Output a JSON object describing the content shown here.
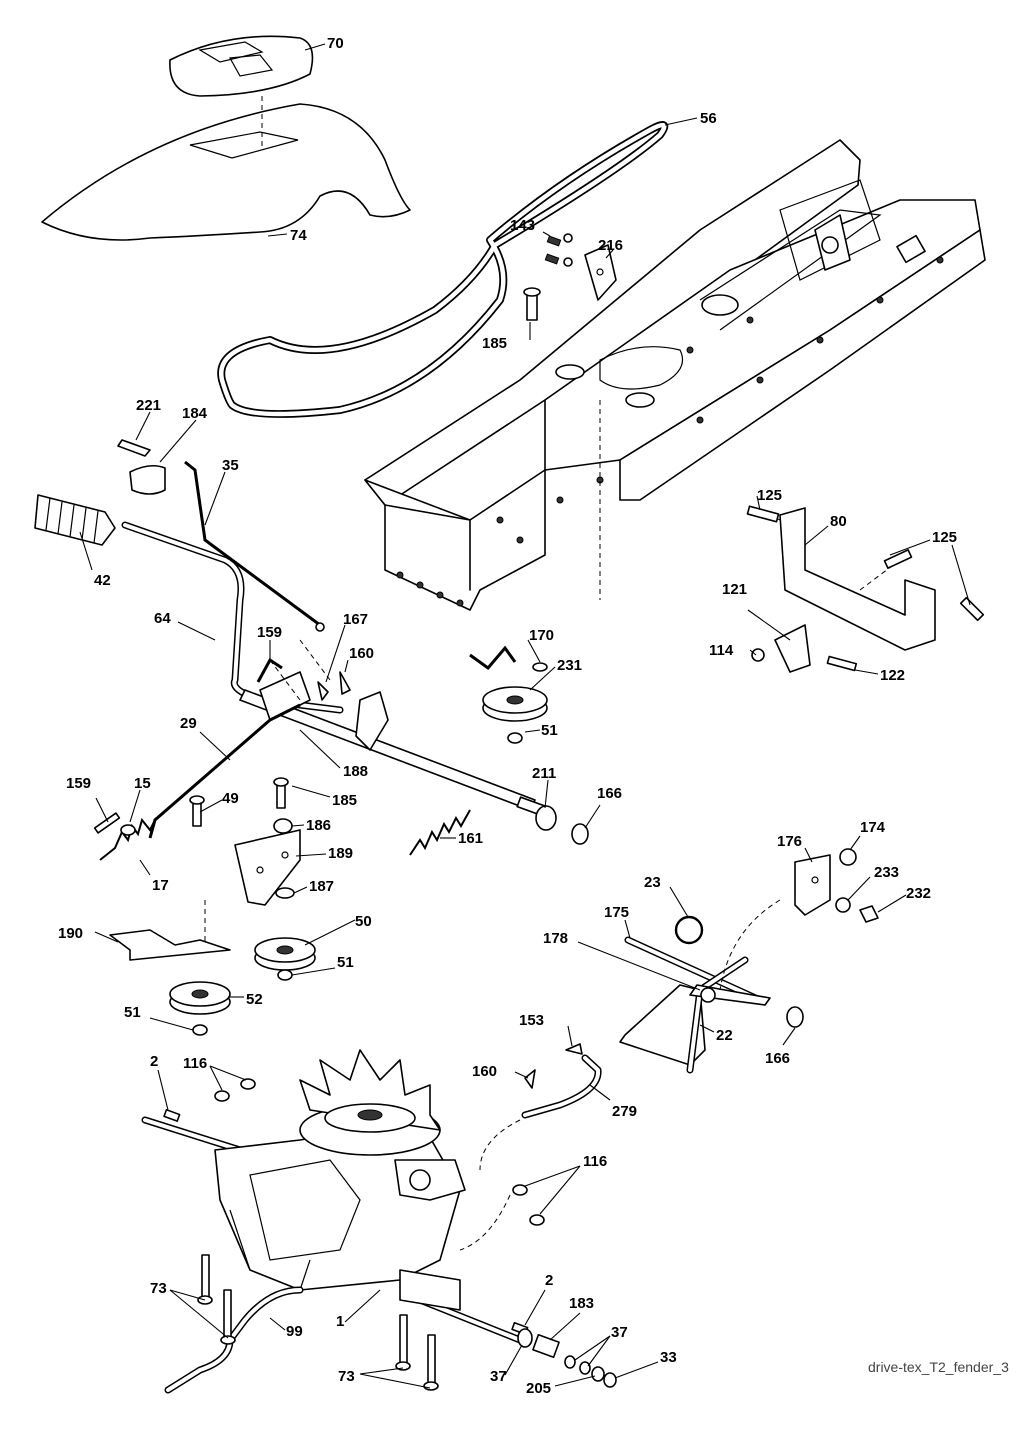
{
  "diagram": {
    "reference": "drive-tex_T2_fender_3",
    "callouts": [
      "70",
      "56",
      "74",
      "143",
      "216",
      "185",
      "221",
      "184",
      "35",
      "42",
      "125",
      "80",
      "125",
      "64",
      "159",
      "167",
      "160",
      "170",
      "231",
      "121",
      "114",
      "122",
      "51",
      "29",
      "188",
      "185",
      "211",
      "166",
      "159",
      "15",
      "49",
      "186",
      "161",
      "189",
      "17",
      "187",
      "176",
      "174",
      "233",
      "23",
      "232",
      "175",
      "190",
      "50",
      "178",
      "51",
      "52",
      "51",
      "22",
      "166",
      "153",
      "2",
      "116",
      "160",
      "279",
      "116",
      "73",
      "99",
      "1",
      "2",
      "183",
      "37",
      "37",
      "73",
      "205",
      "33"
    ]
  }
}
